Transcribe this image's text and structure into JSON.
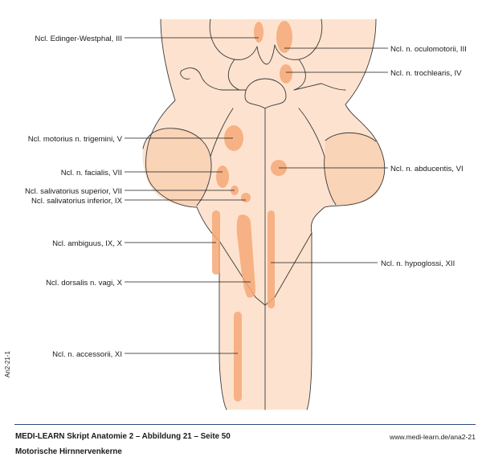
{
  "labels": {
    "edinger_westphal": "Ncl. Edinger-Westphal, III",
    "oculomotorii": "Ncl. n. oculomotorii, III",
    "trochlearis": "Ncl. n. trochlearis, IV",
    "motorius_trigemini": "Ncl. motorius n. trigemini, V",
    "facialis": "Ncl. n. facialis, VII",
    "abducentis": "Ncl. n. abducentis, VI",
    "salivatorius_superior": "Ncl. salivatorius superior, VII",
    "salivatorius_inferior": "Ncl. salivatorius inferior, IX",
    "ambiguus": "Ncl. ambiguus, IX, X",
    "hypoglossi": "Ncl. n. hypoglossi, XII",
    "dorsalis_vagi": "Ncl. dorsalis n. vagi, X",
    "accessorii": "Ncl. n. accessorii, XI"
  },
  "side_code": "An2-21-1",
  "footer": {
    "title": "MEDI-LEARN Skript Anatomie 2 – Abbildung 21 – Seite 50",
    "subtitle": "Motorische Hirnnervenkerne",
    "url": "www.medi-learn.de/ana2-21"
  },
  "colors": {
    "tissue": "#fde3cf",
    "nucleus": "#f4a877",
    "rule": "#2b4a7a"
  }
}
